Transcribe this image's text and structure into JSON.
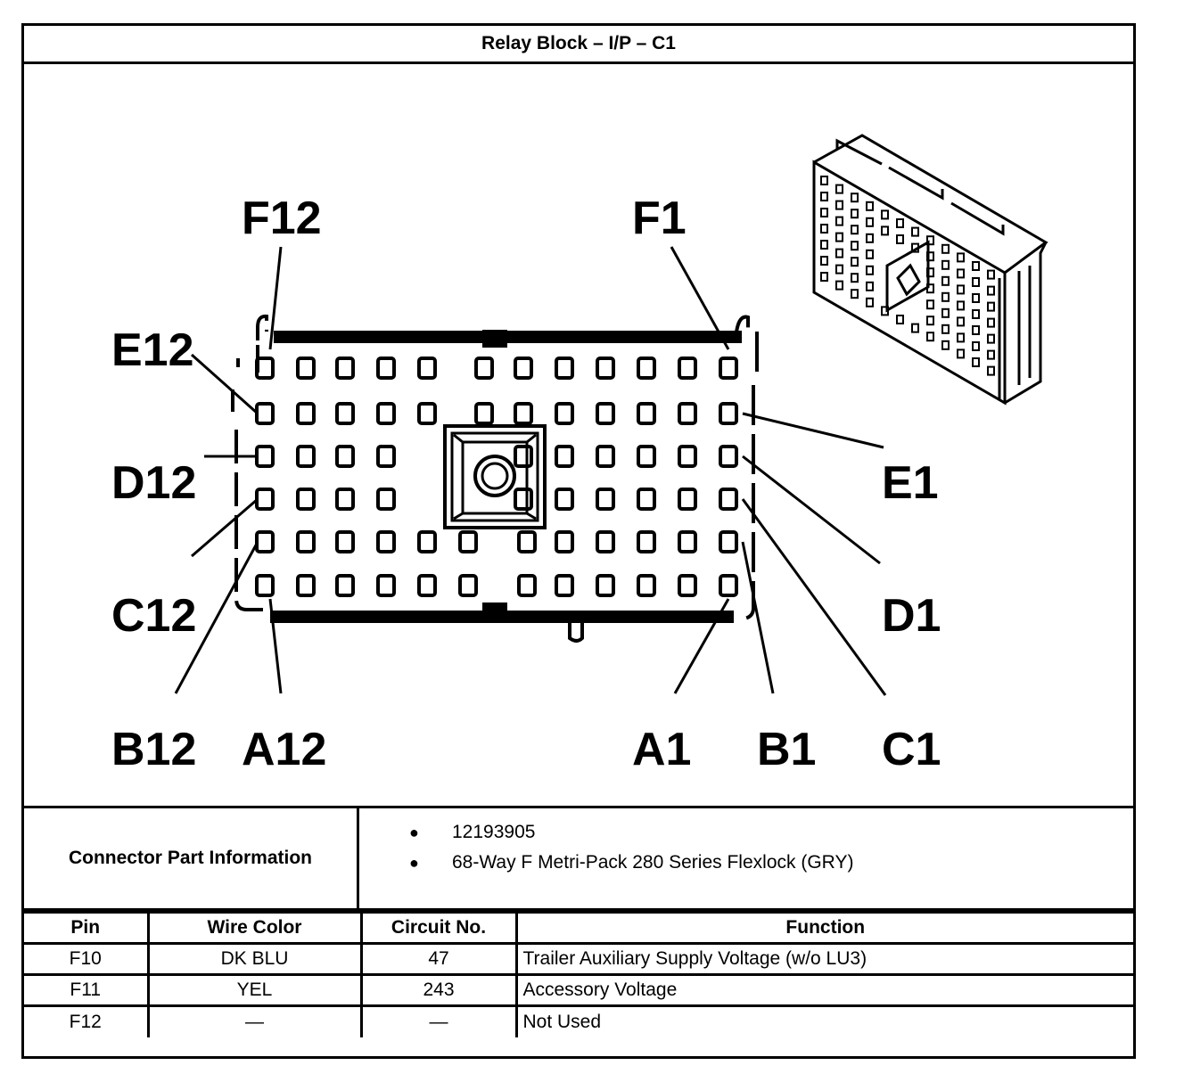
{
  "title": "Relay Block – I/P – C1",
  "pin_labels": {
    "f12": "F12",
    "f1": "F1",
    "e12": "E12",
    "e1": "E1",
    "d12": "D12",
    "d1": "D1",
    "c12": "C12",
    "c1": "C1",
    "b12": "B12",
    "a12": "A12",
    "a1": "A1",
    "b1": "B1"
  },
  "connector_info": {
    "label": "Connector Part Information",
    "items": [
      "12193905",
      "68-Way F Metri-Pack 280 Series Flexlock (GRY)"
    ],
    "bullet": "●"
  },
  "table": {
    "headers": [
      "Pin",
      "Wire Color",
      "Circuit No.",
      "Function"
    ],
    "rows": [
      [
        "F10",
        "DK BLU",
        "47",
        "Trailer Auxiliary Supply Voltage (w/o LU3)"
      ],
      [
        "F11",
        "YEL",
        "243",
        "Accessory Voltage"
      ],
      [
        "F12",
        "—",
        "—",
        "Not Used"
      ]
    ]
  }
}
